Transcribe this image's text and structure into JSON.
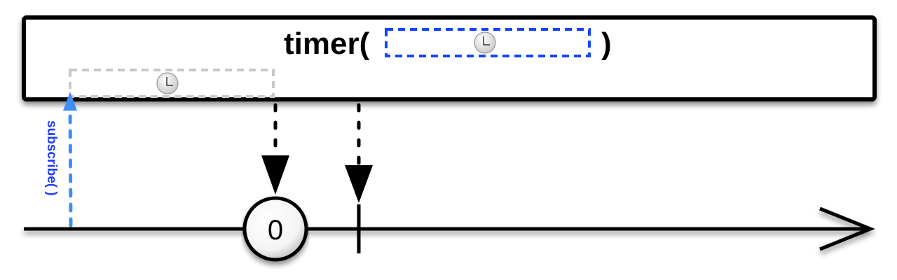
{
  "operator": {
    "name_open": "timer(",
    "name_close": ")"
  },
  "subscribe_label": "subscribe( )",
  "emissions": [
    {
      "value": "0"
    }
  ],
  "icons": [
    "clock-icon"
  ],
  "colors": {
    "subscribe": "#3d8ff5",
    "param_box": "#1344ff",
    "delay_box": "#c8c8c8"
  }
}
